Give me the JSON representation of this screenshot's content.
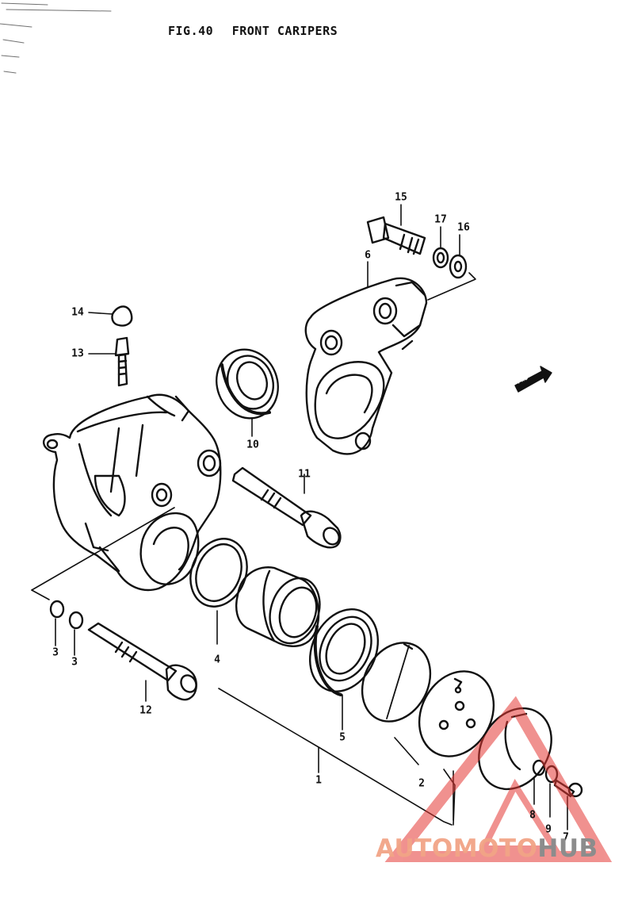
{
  "title": {
    "fig": "FIG.40",
    "name": "FRONT CARIPERS"
  },
  "callouts": {
    "c1": "1",
    "c2": "2",
    "c3a": "3",
    "c3b": "3",
    "c4": "4",
    "c5": "5",
    "c6": "6",
    "c7": "7",
    "c8": "8",
    "c9": "9",
    "c10": "10",
    "c11": "11",
    "c12": "12",
    "c13": "13",
    "c14": "14",
    "c15": "15",
    "c16": "16",
    "c17": "17"
  },
  "watermark": {
    "part1": "AUTO",
    "part2": "MOTO",
    "part3": "HUB",
    "triangle_color": "#e53935"
  },
  "arrow_label": "FWD"
}
